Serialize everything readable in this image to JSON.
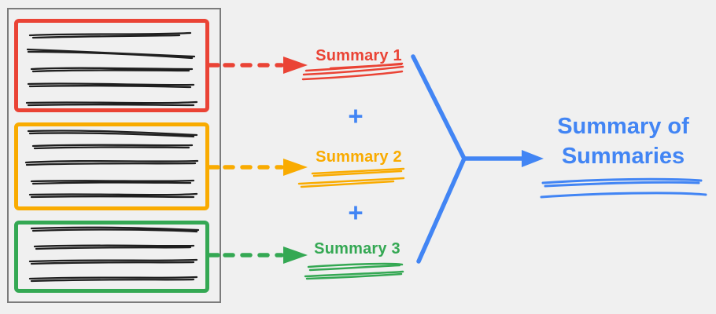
{
  "background_color": "#f0f0f0",
  "document": {
    "border_color": "#7b7b7b",
    "scribble_color": "#1f1f1f",
    "sections": [
      {
        "id": "section-1",
        "color": "#ea4335",
        "scribble_lines": 5
      },
      {
        "id": "section-2",
        "color": "#f9ab00",
        "scribble_lines": 5
      },
      {
        "id": "section-3",
        "color": "#34a853",
        "scribble_lines": 4
      }
    ]
  },
  "summaries": [
    {
      "label": "Summary 1",
      "color": "#ea4335"
    },
    {
      "label": "Summary 2",
      "color": "#f9ab00"
    },
    {
      "label": "Summary 3",
      "color": "#34a853"
    }
  ],
  "plus": "+",
  "plus_color": "#4285f4",
  "result": {
    "label": "Summary of Summaries",
    "color": "#4285f4"
  }
}
